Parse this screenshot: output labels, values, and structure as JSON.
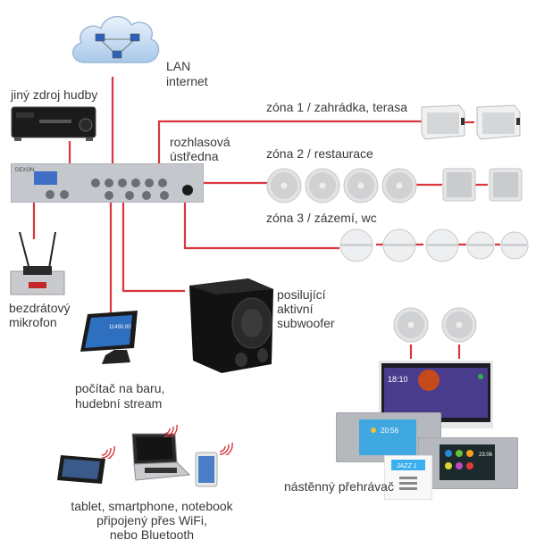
{
  "colors": {
    "wire": "#d9363e",
    "text": "#3a3a3a",
    "cloud": "#a9c8ea"
  },
  "labels": {
    "lan": "LAN",
    "internet": "internet",
    "other_source": "jiný zdroj hudby",
    "central_1": "rozhlasová",
    "central_2": "ústředna",
    "zone1": "zóna 1 / zahrádka, terasa",
    "zone2": "zóna 2 / restaurace",
    "zone3": "zóna 3 / zázemí, wc",
    "mic_1": "bezdrátový",
    "mic_2": "mikrofon",
    "sub_1": "posilující",
    "sub_2": "aktivní",
    "sub_3": "subwoofer",
    "pc_1": "počítač na baru,",
    "pc_2": "hudební stream",
    "wall_player": "nástěnný přehrávač",
    "mobile_1": "tablet, smartphone, notebook",
    "mobile_2": "připojený přes WiFi,",
    "mobile_3": "nebo Bluetooth"
  },
  "devices": {
    "mixer_brand": "DEXON",
    "pos_amount": "11450.00",
    "panel_time_1": "18:10",
    "panel_time_2": "20:56",
    "panel_time_3": "23:06",
    "wall_display": "JAZZ 1"
  },
  "icons": [
    "network-cloud-icon",
    "av-receiver-icon",
    "mixer-amplifier-icon",
    "wall-speaker-icon",
    "ceiling-speaker-icon",
    "square-speaker-icon",
    "marine-speaker-icon",
    "wireless-mic-icon",
    "pos-terminal-icon",
    "subwoofer-icon",
    "touch-panel-icon",
    "tablet-icon",
    "laptop-icon",
    "smartphone-icon",
    "wifi-signal-icon"
  ]
}
